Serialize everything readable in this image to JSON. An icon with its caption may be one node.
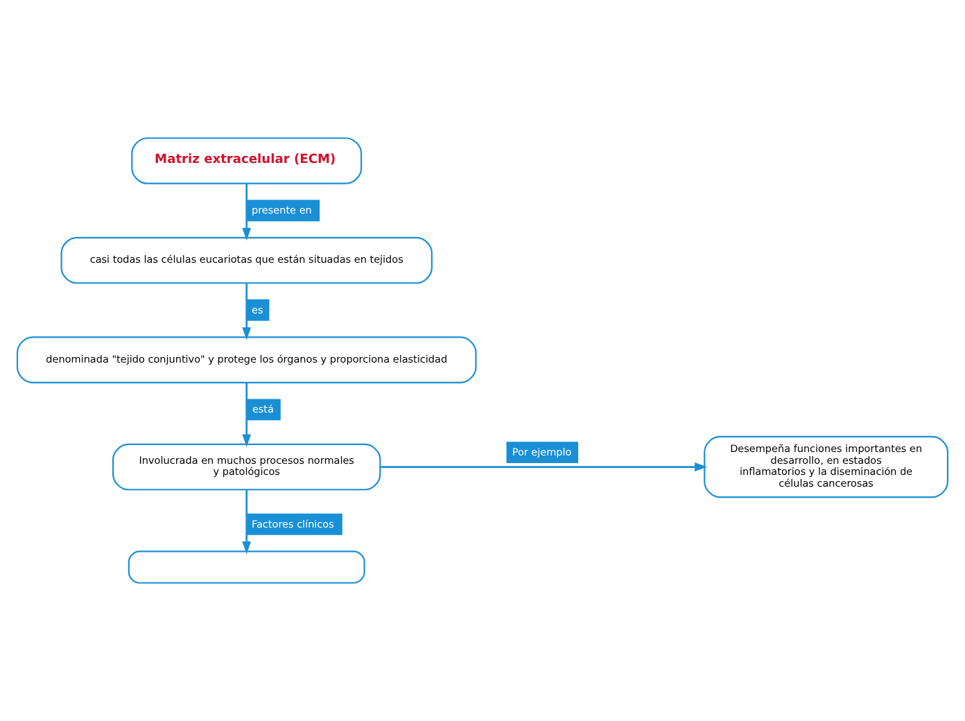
{
  "diagram": {
    "nodes": [
      {
        "text": [
          "Matriz extracelular (ECM)"
        ]
      },
      {
        "text": [
          "casi todas las células eucariotas que están situadas en tejidos"
        ]
      },
      {
        "text": [
          "denominada \"tejido conjuntivo\" y protege los órganos y proporciona elasticidad"
        ]
      },
      {
        "text": [
          "Involucrada en muchos procesos normales y patológicos"
        ]
      },
      {
        "text": [
          "Desempeña funciones importantes en desarrollo, en estados inflamatorios y la diseminación de células cancerosas"
        ]
      },
      {
        "text": [],
        "shape": "box"
      }
    ],
    "edges": [
      {
        "from": 0,
        "to": 1,
        "arrow": "to",
        "label": "presente en"
      },
      {
        "from": 1,
        "to": 2,
        "arrow": "to",
        "label": "es"
      },
      {
        "from": 2,
        "to": 3,
        "arrow": "to",
        "label": "está"
      },
      {
        "from": 3,
        "to": 4,
        "arrow": "to",
        "label": "Por ejemplo"
      },
      {
        "from": 3,
        "to": 5,
        "arrow": "to",
        "label": "Factores clínicos"
      }
    ]
  }
}
